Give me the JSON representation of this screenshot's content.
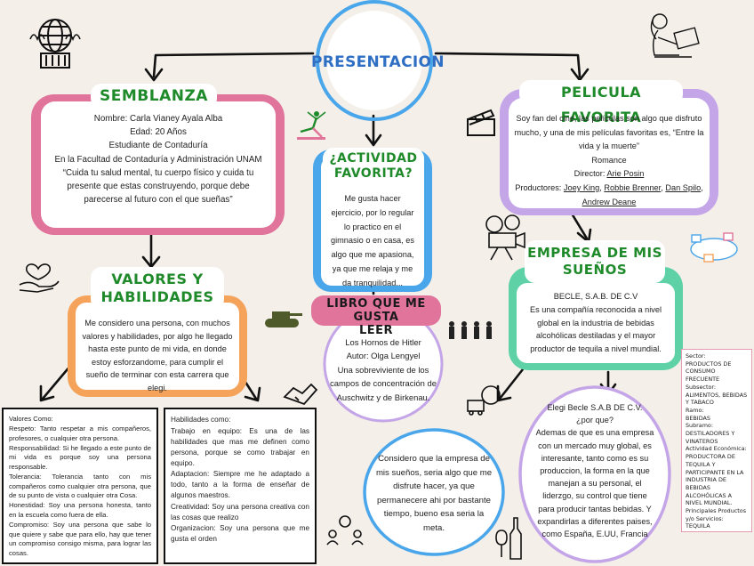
{
  "colors": {
    "background": "#f4efe9",
    "blue": "#4aa6ea",
    "pink": "#e0749b",
    "purple": "#c4a6e8",
    "orange": "#f5a25a",
    "green_frame": "#5fd1a6",
    "green_text": "#1f8a2a"
  },
  "presentacion": {
    "title": "PRESENTACION"
  },
  "semblanza": {
    "title": "SEMBLANZA",
    "lines": [
      "Nombre: Carla Vianey Ayala Alba",
      "Edad: 20 Años",
      "Estudiante de Contaduría",
      "En la Facultad de Contaduría y Administración UNAM",
      "“Cuida tu salud mental, tu cuerpo físico y cuida tu",
      "presente que estas construyendo, porque debe",
      "parecerse al futuro con el que sueñas”"
    ]
  },
  "actividad": {
    "title_l1": "¿ACTIVIDAD",
    "title_l2": "FAVORITA?",
    "lines": [
      "Me gusta hacer",
      "ejercicio, por lo regular",
      "lo practico en el",
      "gimnasio o en casa, es",
      "algo que me apasiona,",
      "ya que me relaja y me",
      "da tranquilidad..."
    ]
  },
  "pelicula": {
    "title": "PELICULA FAVORITA",
    "lines": [
      "Soy fan del cine, las películas son algo que disfruto",
      "mucho, y una de mis películas favoritas es, “Entre la",
      "vida y la muerte”",
      "Romance"
    ],
    "director_label": "Director:",
    "director": "Arie Posin",
    "productores_label": "Productores:",
    "productores": [
      "Joey King",
      "Robbie Brenner",
      "Dan Spilo",
      "Andrew Deane"
    ]
  },
  "valores": {
    "title_l1": "VALORES Y",
    "title_l2": "HABILIDADES",
    "lines": [
      "Me considero una persona, con muchos",
      "valores y habilidades, por algo he llegado",
      "hasta este punto de mi vida, en donde",
      "estoy esforzandome, para cumplir el",
      "sueño de terminar con esta carrera que",
      "elegi."
    ]
  },
  "libro": {
    "title_l1": "LIBRO QUE ME GUSTA",
    "title_l2": "LEER",
    "lines": [
      "Los Hornos de Hitler",
      "Autor: Olga Lengyel",
      "Una sobreviviente de los",
      "campos de concentración de",
      "Auschwitz y de Birkenau."
    ]
  },
  "empresa": {
    "title_l1": "EMPRESA DE MIS",
    "title_l2": "SUEÑOS",
    "lines": [
      "BECLE, S.A.B. DE C.V",
      "Es una compañía reconocida a nivel",
      "global en la industria de bebidas",
      "alcohólicas destiladas y el mayor",
      "productor de tequila a nivel mundial."
    ]
  },
  "valores_box": {
    "lines": [
      "Valores Como:",
      "Respeto: Tanto respetar a mis compañeros, profesores, o cualquier otra persona.",
      "Responsabilidad: Si he llegado a este punto de mi vida es porque soy una persona responsable.",
      "Tolerancia: Tolerancia tanto con mis compañeros como cualquier otra persona, que de su punto de vista o cualquier otra Cosa.",
      "Honestidad: Soy una persona honesta, tanto en la escuela como fuera de ella.",
      "Compromiso: Soy una persona que sabe lo que quiere y sabe que para ello, hay que tener un compromiso consigo misma, para lograr las cosas."
    ]
  },
  "habilidades_box": {
    "lines": [
      "Habilidades como:",
      "Trabajo en equipo: Es una de las habilidades que mas me definen como persona, porque se como trabajar en equipo.",
      "Adaptacion: Siempre me he adaptado a todo, tanto a la forma de enseñar de algunos maestros.",
      "Creatividad: Soy una persona creativa con las cosas que realizo",
      "Organizacion: Soy una persona que me gusta el orden"
    ]
  },
  "considero": {
    "lines": [
      "Considero que la empresa de",
      "mis sueños, seria algo que me",
      "disfrute hacer, ya que",
      "permanecere ahi por bastante",
      "tiempo, bueno esa seria la",
      "meta."
    ]
  },
  "elegi": {
    "lines": [
      "Elegi Becle S.A.B DE C.V.",
      "¿por que?",
      "Ademas de que es una empresa",
      "con un mercado muy global, es",
      "interesante, tanto como es su",
      "produccion, la forma en la que",
      "manejan a su personal, el",
      "liderzgo, su control que tiene",
      "para producir tantas bebidas. Y",
      "expandirlas a diferentes paises,",
      "como España, E.UU, Francia"
    ]
  },
  "sector": {
    "lines": [
      "Sector:",
      "PRODUCTOS DE CONSUMO FRECUENTE",
      "Subsector:",
      "ALIMENTOS, BEBIDAS Y TABACO",
      "Ramo:",
      "BEBIDAS",
      "Subramo:",
      "DESTILADORES Y VINATEROS",
      "Actividad Económica:",
      "PRODUCTORA DE TEQUILA Y PARTICIPANTE EN LA INDUSTRIA DE BEBIDAS ALCOHÓLICAS A NIVEL MUNDIAL.",
      "Principales Productos y/o Servicios:",
      "TEQUILA"
    ]
  }
}
